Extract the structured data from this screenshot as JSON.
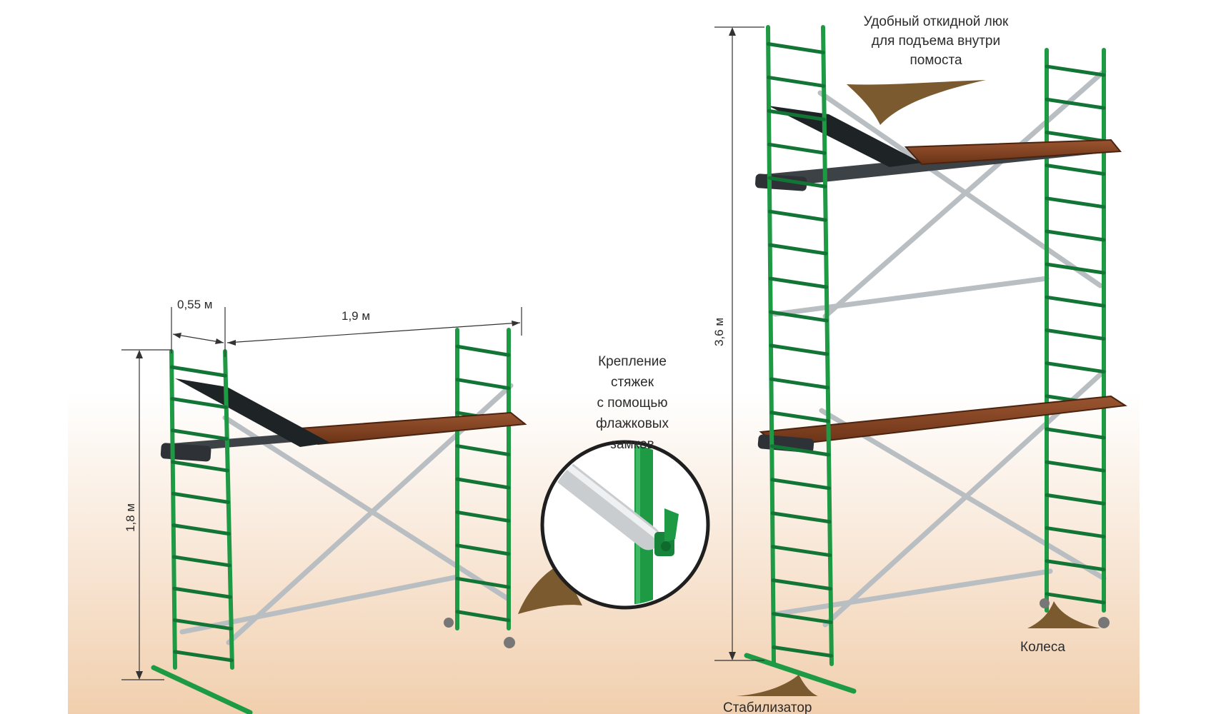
{
  "colors": {
    "frame_green": "#1e9a45",
    "frame_dark": "#137535",
    "deck_wood": "#7a3d1c",
    "deck_edge": "#4a2410",
    "brace_steel": "#b9bec2",
    "callout_brown": "#7a5a2e",
    "background_top": "#ffffff",
    "background_bottom": "#f1cfae"
  },
  "dimensions": {
    "width": "0,55 м",
    "length": "1,9 м",
    "height_small": "1,8 м",
    "height_large": "3,6 м"
  },
  "annotations": {
    "clamp_lines": [
      "Крепление",
      "стяжек",
      "с помощью",
      "флажковых",
      "замков"
    ],
    "hatch_lines": [
      "Удобный откидной люк",
      "для подъема внутри",
      "помоста"
    ],
    "wheels": "Колеса",
    "stabilizer": "Стабилизатор"
  }
}
